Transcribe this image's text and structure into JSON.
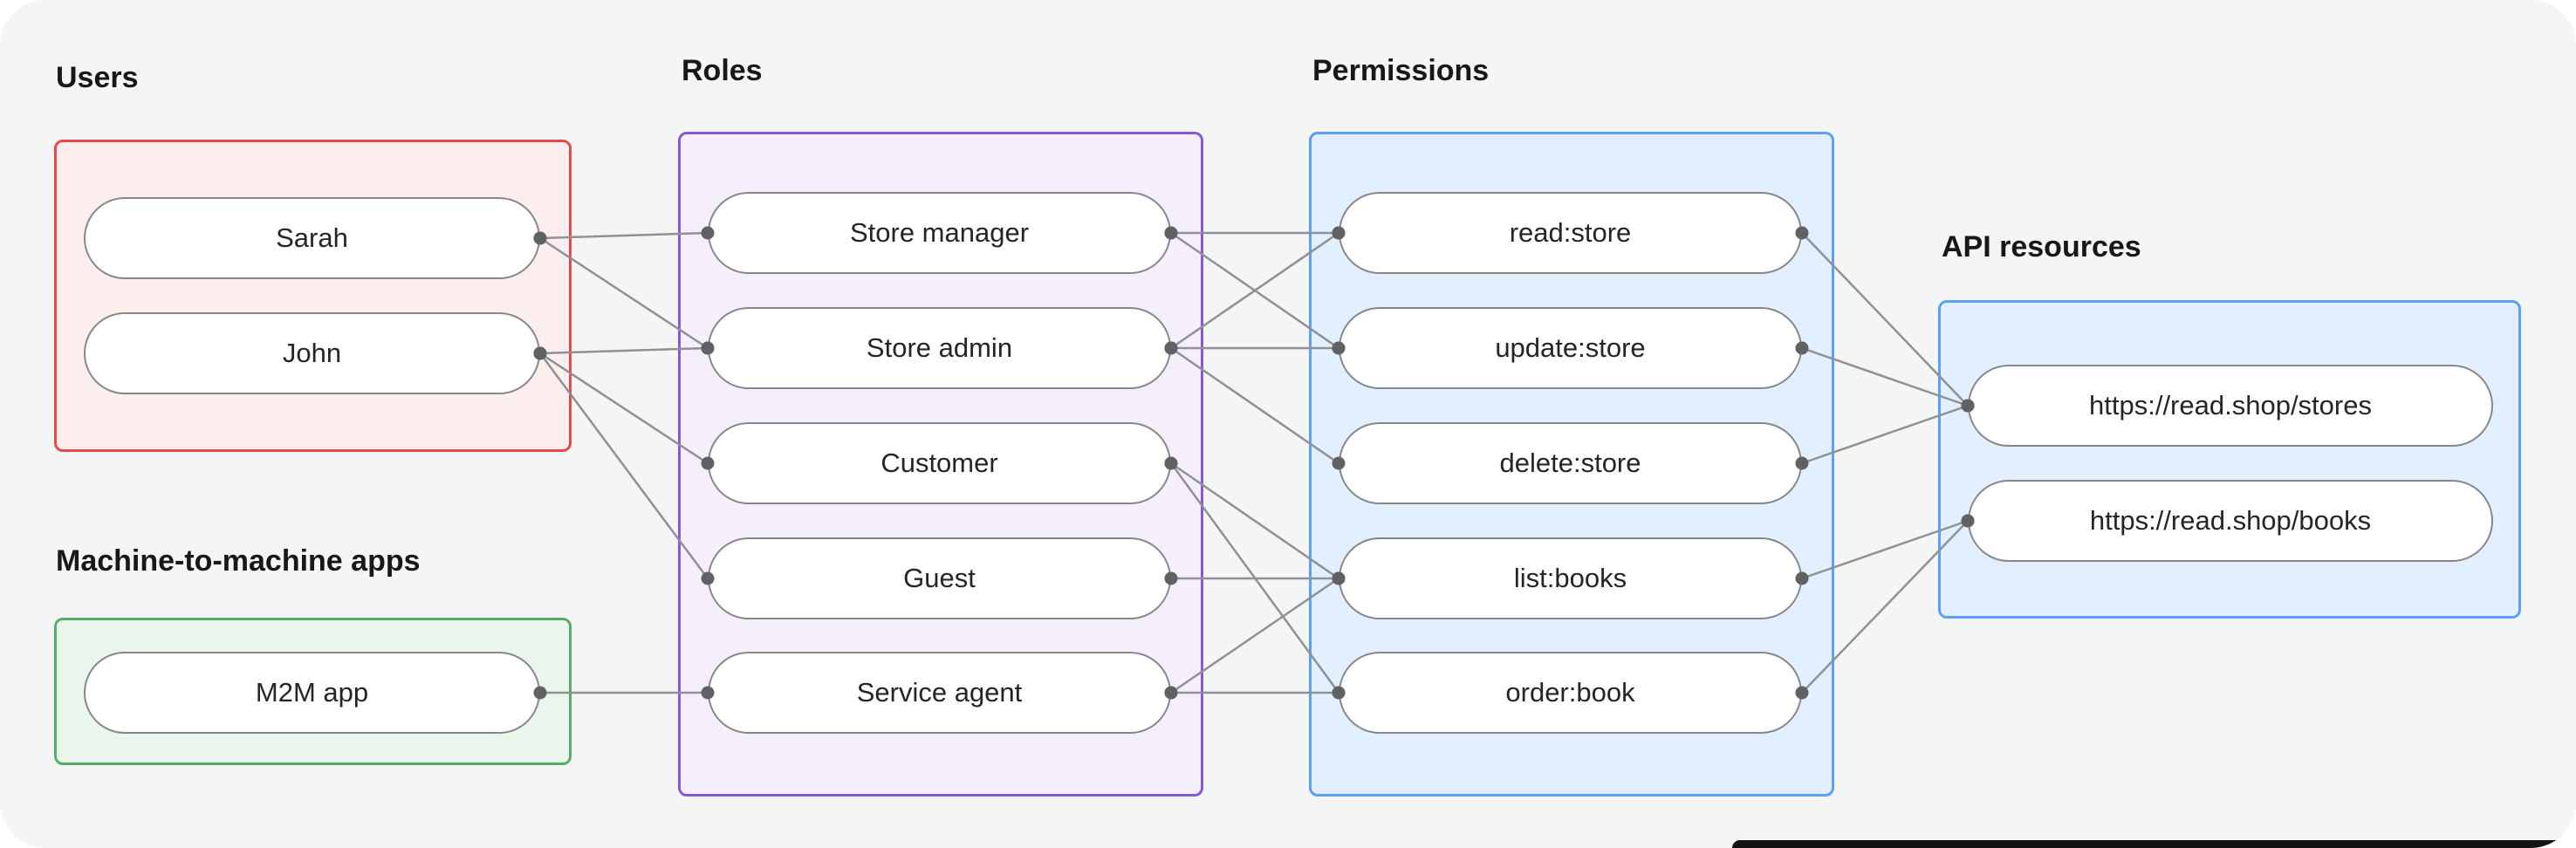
{
  "canvas": {
    "background": "#f4f5f5",
    "footer_peek_color": "#141414"
  },
  "groups": {
    "users": {
      "label": "Users",
      "border_color": "#e5484d",
      "fill_color": "#fdeeee",
      "nodes": {
        "sarah": {
          "label": "Sarah"
        },
        "john": {
          "label": "John"
        }
      }
    },
    "m2m": {
      "label": "Machine-to-machine apps",
      "border_color": "#57ad68",
      "fill_color": "#eaf6ec",
      "nodes": {
        "m2m_app": {
          "label": "M2M app"
        }
      }
    },
    "roles": {
      "label": "Roles",
      "border_color": "#8659d8",
      "fill_color": "#f5effc",
      "nodes": {
        "store_manager": {
          "label": "Store manager"
        },
        "store_admin": {
          "label": "Store admin"
        },
        "customer": {
          "label": "Customer"
        },
        "guest": {
          "label": "Guest"
        },
        "service_agent": {
          "label": "Service agent"
        }
      }
    },
    "permissions": {
      "label": "Permissions",
      "border_color": "#5ba0f5",
      "fill_color": "#e2effe",
      "nodes": {
        "read_store": {
          "label": "read:store"
        },
        "update_store": {
          "label": "update:store"
        },
        "delete_store": {
          "label": "delete:store"
        },
        "list_books": {
          "label": "list:books"
        },
        "order_book": {
          "label": "order:book"
        }
      }
    },
    "api": {
      "label": "API resources",
      "border_color": "#5ba0f5",
      "fill_color": "#e2effe",
      "nodes": {
        "stores": {
          "label": "https://read.shop/stores"
        },
        "books": {
          "label": "https://read.shop/books"
        }
      }
    }
  },
  "edges": [
    {
      "from": "sarah",
      "to": "store_manager"
    },
    {
      "from": "sarah",
      "to": "store_admin"
    },
    {
      "from": "john",
      "to": "store_admin"
    },
    {
      "from": "john",
      "to": "customer"
    },
    {
      "from": "john",
      "to": "guest"
    },
    {
      "from": "m2m_app",
      "to": "service_agent"
    },
    {
      "from": "store_manager",
      "to": "read_store"
    },
    {
      "from": "store_manager",
      "to": "update_store"
    },
    {
      "from": "store_admin",
      "to": "read_store"
    },
    {
      "from": "store_admin",
      "to": "update_store"
    },
    {
      "from": "store_admin",
      "to": "delete_store"
    },
    {
      "from": "customer",
      "to": "list_books"
    },
    {
      "from": "customer",
      "to": "order_book"
    },
    {
      "from": "guest",
      "to": "list_books"
    },
    {
      "from": "service_agent",
      "to": "list_books"
    },
    {
      "from": "service_agent",
      "to": "order_book"
    },
    {
      "from": "read_store",
      "to": "stores"
    },
    {
      "from": "update_store",
      "to": "stores"
    },
    {
      "from": "delete_store",
      "to": "stores"
    },
    {
      "from": "list_books",
      "to": "books"
    },
    {
      "from": "order_book",
      "to": "books"
    }
  ],
  "edge_style": {
    "line_color": "#8f9194",
    "dot_color": "#5f6165",
    "line_width": 2.5,
    "dot_radius": 7.5
  }
}
